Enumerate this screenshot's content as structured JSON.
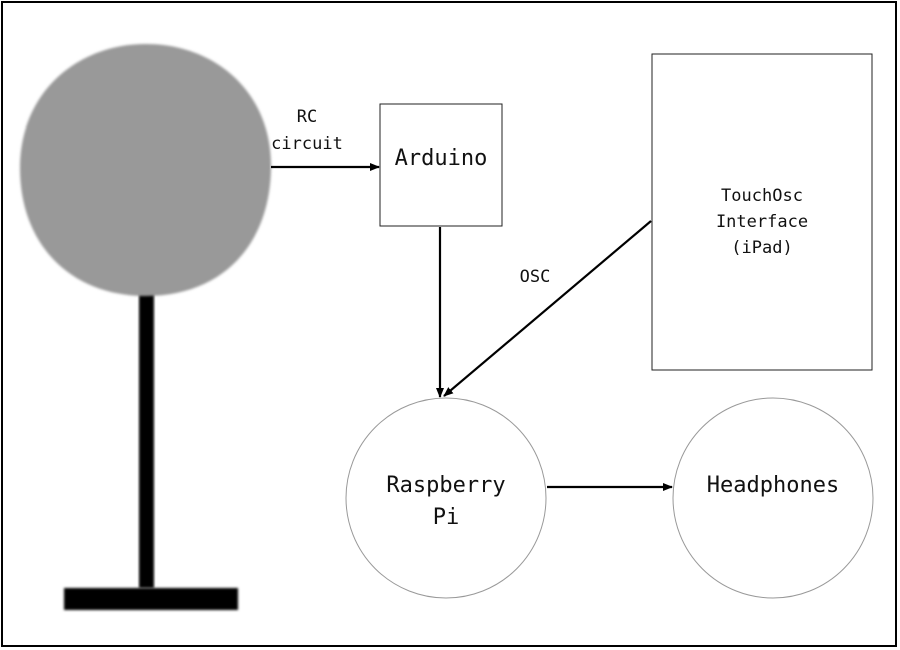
{
  "diagram": {
    "nodes": {
      "arduino": "Arduino",
      "touchosc": "TouchOsc\nInterface\n(iPad)",
      "raspberry_pi": "Raspberry\nPi",
      "headphones": "Headphones"
    },
    "edges": {
      "rc_circuit": "RC\ncircuit",
      "osc": "OSC"
    },
    "colors": {
      "plant_head": "#999999",
      "stem": "#000000",
      "node_border": "#999999"
    }
  }
}
